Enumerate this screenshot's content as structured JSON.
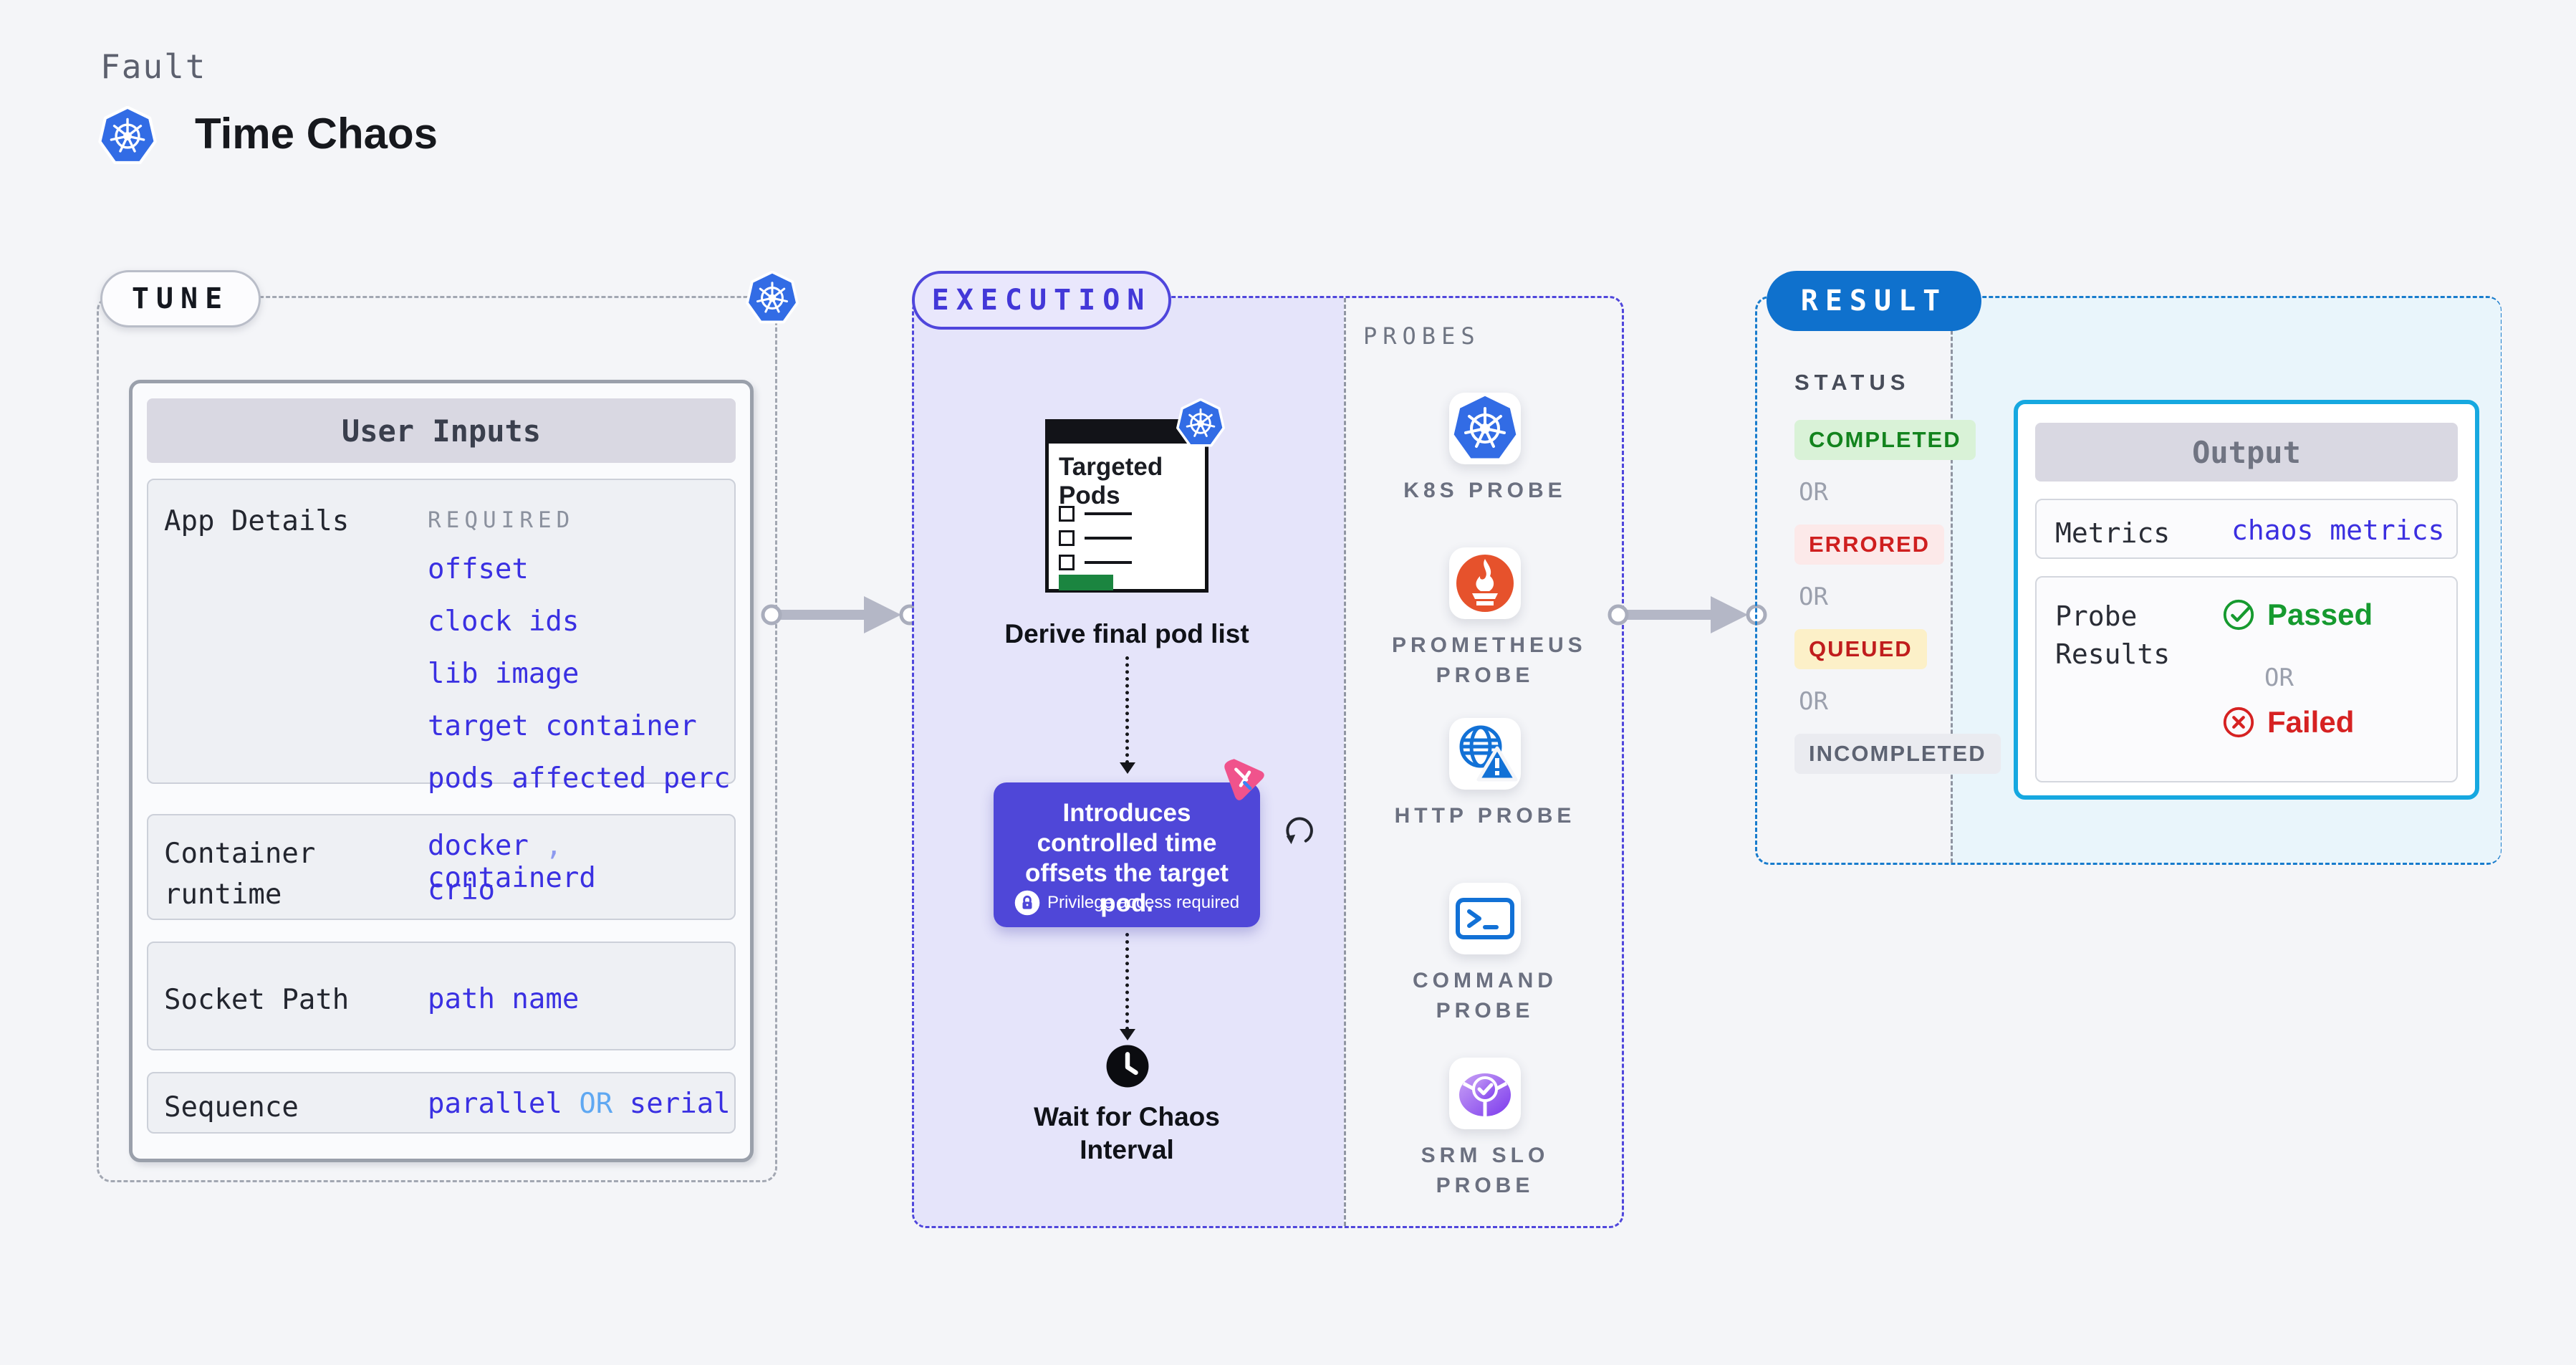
{
  "header": {
    "fault_label": "Fault",
    "title": "Time Chaos"
  },
  "tune": {
    "badge": "TUNE",
    "user_inputs_title": "User Inputs",
    "app_details": {
      "label": "App Details",
      "tag": "REQUIRED",
      "links": [
        "offset",
        "clock ids",
        "lib image",
        "target container",
        "pods affected perc"
      ]
    },
    "container_runtime": {
      "label": "Container runtime",
      "value1": "docker",
      "separator": ",",
      "value2": "containerd",
      "value3": "crio"
    },
    "socket_path": {
      "label": "Socket Path",
      "value": "path name"
    },
    "sequence": {
      "label": "Sequence",
      "parts": [
        "parallel",
        "OR",
        "serial"
      ]
    }
  },
  "execution": {
    "badge": "EXECUTION",
    "targeted_pods_title": "Targeted Pods",
    "derive_label": "Derive final pod list",
    "card_text": "Introduces controlled time offsets the target pod.",
    "privilege_label": "Privilege access required",
    "wait_label": "Wait for Chaos Interval"
  },
  "probes": {
    "section_label": "PROBES",
    "items": [
      {
        "label": "K8S PROBE",
        "icon": "kubernetes-icon"
      },
      {
        "label": "PROMETHEUS PROBE",
        "icon": "prometheus-icon"
      },
      {
        "label": "HTTP PROBE",
        "icon": "http-globe-warning-icon"
      },
      {
        "label": "COMMAND PROBE",
        "icon": "terminal-icon"
      },
      {
        "label": "SRM SLO PROBE",
        "icon": "srm-slo-pie-check-icon"
      }
    ]
  },
  "result": {
    "badge": "RESULT",
    "status_label": "STATUS",
    "or_label": "OR",
    "statuses": [
      {
        "label": "COMPLETED",
        "text_color": "#12831D",
        "bg_color": "#D9F2D7"
      },
      {
        "label": "ERRORED",
        "text_color": "#CF1F1F",
        "bg_color": "#FCE9E9"
      },
      {
        "label": "QUEUED",
        "text_color": "#C01D1D",
        "bg_color": "#FCF0C8"
      },
      {
        "label": "INCOMPLETED",
        "text_color": "#5D6372",
        "bg_color": "#EAEBF0"
      }
    ],
    "output": {
      "title": "Output",
      "metrics_label": "Metrics",
      "metrics_value": "chaos metrics",
      "probe_results_label": "Probe Results",
      "passed_label": "Passed",
      "failed_label": "Failed"
    }
  },
  "colors": {
    "page_bg": "#F4F5F8",
    "kubernetes_blue": "#326CE5",
    "indigo_accent": "#4F46DC",
    "execution_fill": "#E5E4FA",
    "result_blue": "#0F71CD",
    "output_border_cyan": "#16A8E0",
    "result_fill_cyan": "#E9F5FB",
    "link_blue": "#3A30E2",
    "passed_green": "#169A2F",
    "failed_red": "#D62222",
    "prometheus_orange": "#E6522C",
    "chaos_pink": "#F0538C",
    "targeted_pods_green": "#1B8540"
  },
  "icons": {
    "kubernetes-icon": "blue heptagon with white helm wheel",
    "prometheus-icon": "orange circle with white flame torch",
    "http-globe-warning-icon": "blue globe with warning triangle",
    "terminal-icon": "blue terminal window with prompt",
    "srm-slo-pie-check-icon": "purple segmented pie with checkmark",
    "clock-icon": "black filled clock",
    "lock-icon": "white circle with indigo padlock",
    "refresh-icon": "circular arrow loop",
    "chaos-pink-icon": "pink chaos logo",
    "flow-arrow-icon": "gray arrow with connector circles",
    "check-circle-icon": "green outlined circle with check",
    "x-circle-icon": "red outlined circle with x"
  }
}
